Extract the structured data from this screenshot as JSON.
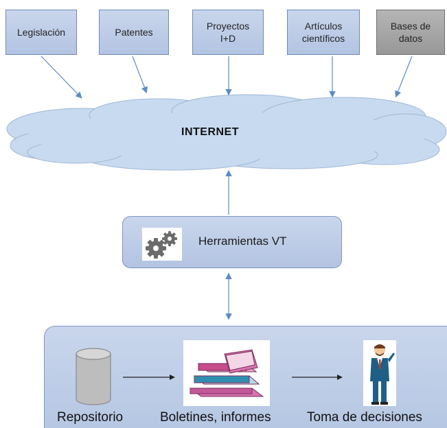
{
  "sources": [
    {
      "label": "Legislación"
    },
    {
      "label": "Patentes"
    },
    {
      "label": "Proyectos\nI+D"
    },
    {
      "label": "Artículos\ncientíficos"
    },
    {
      "label": "Bases de\ndatos"
    }
  ],
  "cloud": {
    "label": "INTERNET"
  },
  "tools": {
    "label": "Herramientas VT",
    "icon": "gears-icon"
  },
  "pipeline": {
    "repository": "Repositorio",
    "bulletins": "Boletines, informes",
    "decisions": "Toma de decisiones"
  },
  "colors": {
    "box_fill": "#b9c9e6",
    "box_border": "#6f88b9",
    "gray_box_fill": "#a3a3a3",
    "cloud_fill": "#c7daef",
    "arrow": "#5b8bc6"
  }
}
